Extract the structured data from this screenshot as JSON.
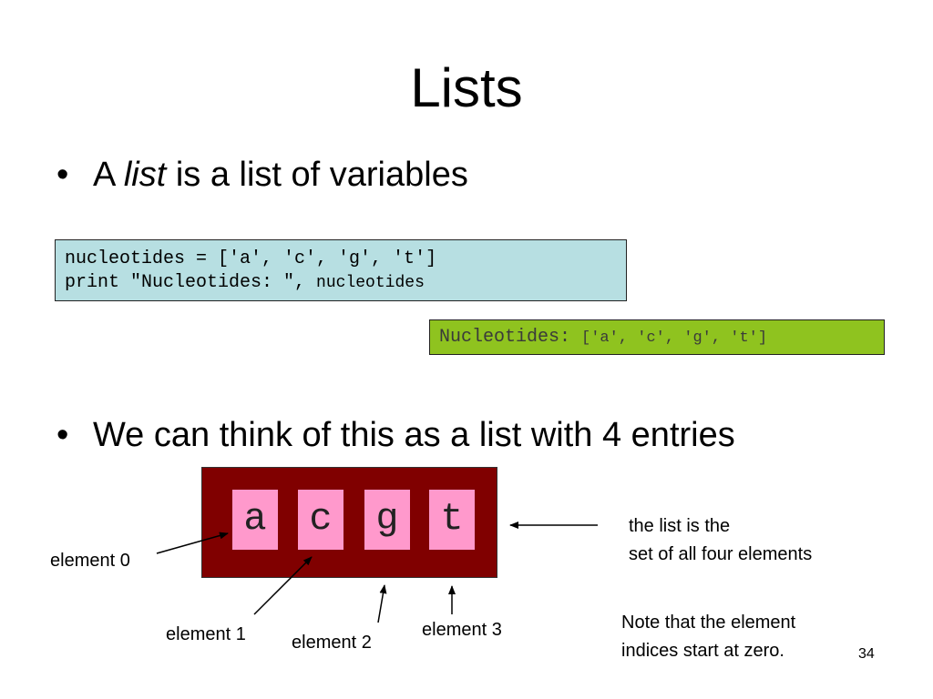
{
  "slide": {
    "title": "Lists",
    "bullets": [
      {
        "bullet": "•",
        "pre": "A ",
        "em": "list",
        "post": " is a list of variables"
      },
      {
        "bullet": "•",
        "text": "We can think of this as a list with 4 entries"
      }
    ],
    "code": {
      "line1": "nucleotides = ['a', 'c', 'g', 't']",
      "line2_main": "print \"Nucleotides: \", ",
      "line2_tail": "nucleotides"
    },
    "output": {
      "main": "Nucleotides: ",
      "tail": "['a', 'c', 'g', 't']"
    },
    "list_cells": [
      "a",
      "c",
      "g",
      "t"
    ],
    "labels": {
      "element0": "element 0",
      "element1": "element 1",
      "element2": "element 2",
      "element3": "element 3",
      "list_note_line1": "the list is the",
      "list_note_line2": "set of all four elements",
      "note_line1": "Note that the element",
      "note_line2": "indices start at zero."
    },
    "page_number": "34"
  }
}
